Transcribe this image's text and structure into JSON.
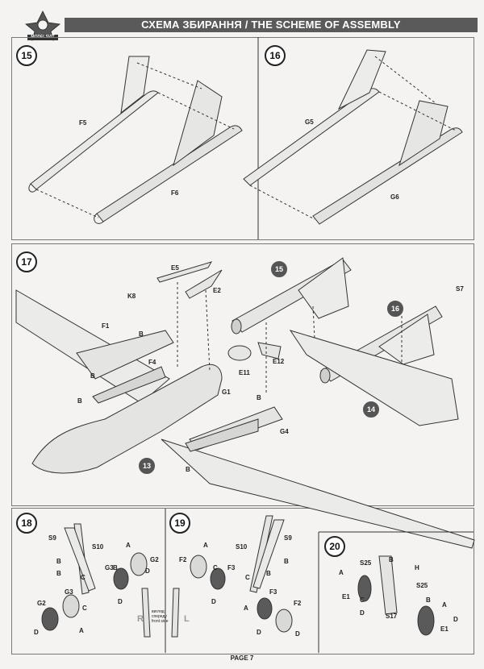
{
  "header": {
    "logo_text": "MODELSVIT",
    "title": "СХЕМА ЗБИРАННЯ / THE SCHEME OF ASSEMBLY"
  },
  "steps": {
    "s15": "15",
    "s16": "16",
    "s17": "17",
    "s18": "18",
    "s19": "19",
    "s20": "20"
  },
  "step15": {
    "upper": "F5",
    "lower": "F6"
  },
  "step16": {
    "upper": "G5",
    "lower": "G6"
  },
  "step17": {
    "sub15": "15",
    "sub16": "16",
    "sub14": "14",
    "sub13": "13",
    "parts": [
      "E5",
      "E2",
      "K8",
      "F1",
      "F4",
      "B",
      "B",
      "B",
      "S7",
      "E11",
      "E12",
      "G1",
      "G4",
      "B",
      "B"
    ]
  },
  "step18": {
    "parts": [
      "S9",
      "S10",
      "G2",
      "G3",
      "G3",
      "G2",
      "B",
      "C",
      "A",
      "B",
      "C",
      "D",
      "D",
      "A",
      "B",
      "D"
    ],
    "view_note_top": "вигляд",
    "view_note_mid": "спереду",
    "view_note_bot": "front side",
    "rl": [
      "R",
      "L"
    ]
  },
  "step19": {
    "parts": [
      "S9",
      "S10",
      "F2",
      "F3",
      "F3",
      "F2",
      "B",
      "A",
      "C",
      "C",
      "D",
      "A",
      "D",
      "B",
      "D"
    ]
  },
  "step20": {
    "parts": [
      "S25",
      "S25",
      "E1",
      "E1",
      "S17",
      "B",
      "H",
      "A",
      "C",
      "D",
      "B",
      "A",
      "D"
    ]
  },
  "footer": {
    "page": "PAGE 7"
  }
}
